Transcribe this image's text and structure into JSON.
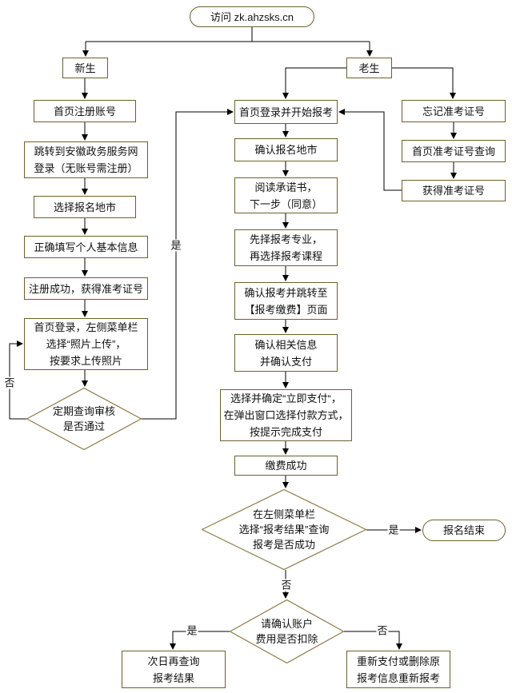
{
  "flowchart": {
    "start": "访问 zk.ahzsks.cn",
    "branch_new": "新生",
    "branch_old": "老生",
    "new_steps": [
      "首页注册账号",
      "跳转到安徽政务服务网\n登录（无账号需注册）",
      "选择报名地市",
      "正确填写个人基本信息",
      "注册成功，获得准考证号",
      "首页登录，左侧菜单栏\n选择“照片上传”，\n按要求上传照片"
    ],
    "new_decision": "定期查询审核\n是否通过",
    "old_steps": [
      "忘记准考证号",
      "首页准考证号查询",
      "获得准考证号"
    ],
    "main_steps": [
      "首页登录并开始报考",
      "确认报名地市",
      "阅读承诺书，\n下一步（同意）",
      "先择报考专业，\n再选择报考课程",
      "确认报考并跳转至\n【报考缴费】页面",
      "确认相关信息\n并确认支付",
      "选择并确定“立即支付“，\n在弹出窗口选择付款方式，\n按提示完成支付",
      "缴费成功"
    ],
    "result_decision": "在左侧菜单栏\n选择“报考结果”查询\n报考是否成功",
    "end": "报名结束",
    "deduct_decision": "请确认账户\n费用是否扣除",
    "recheck": "次日再查询\n报考结果",
    "repay": "重新支付或删除原\n报考信息重新报考",
    "labels": {
      "yes": "是",
      "no": "否"
    }
  }
}
